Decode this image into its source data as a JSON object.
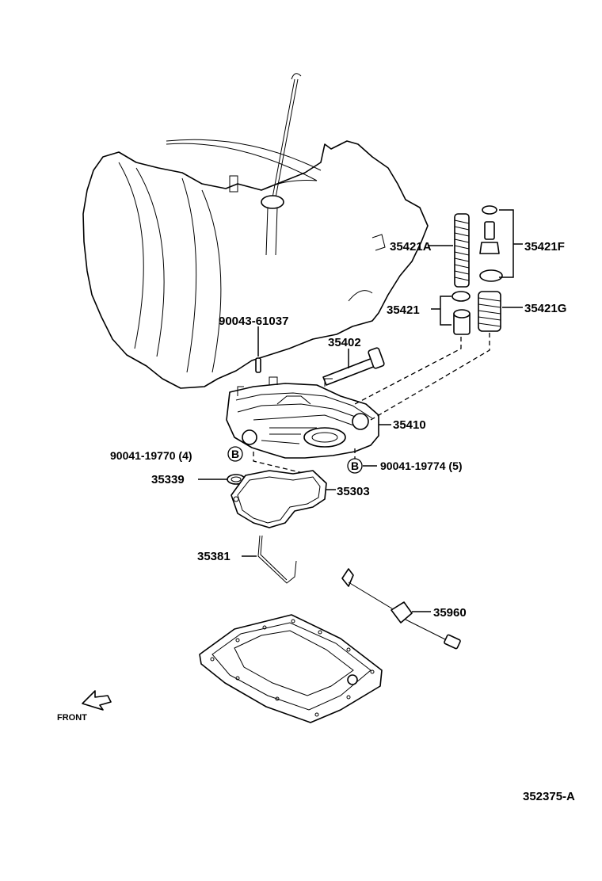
{
  "callouts": {
    "p35421A": "35421A",
    "p35421F": "35421F",
    "p35421": "35421",
    "p35421G": "35421G",
    "p90043": "90043-61037",
    "p35402": "35402",
    "p35410": "35410",
    "p90041a": "90041-19770 (4)",
    "p90041b": "90041-19774 (5)",
    "bMarker": "B",
    "p35339": "35339",
    "p35303": "35303",
    "p35381": "35381",
    "p35960": "35960"
  },
  "front_label": "FRONT",
  "figure_code": "352375-A"
}
